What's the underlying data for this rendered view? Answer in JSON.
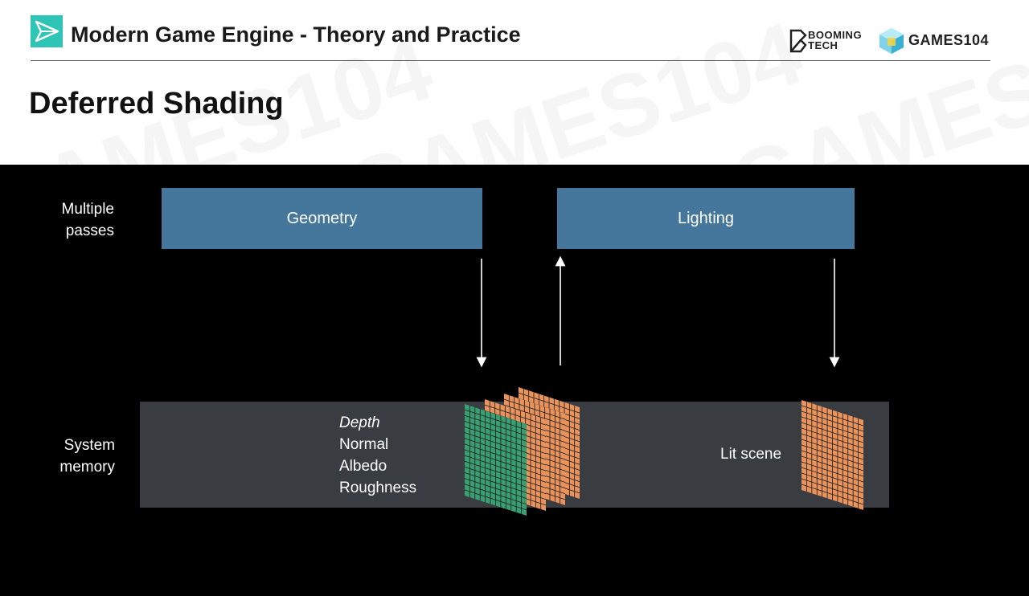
{
  "header": {
    "course_title": "Modern Game Engine - Theory and Practice",
    "brand_booming": "BOOMING TECH",
    "brand_games": "GAMES104",
    "logo_icon": "paper-plane-icon",
    "colors": {
      "logo_teal": "#2ec4b6",
      "rule": "#555555"
    }
  },
  "slide": {
    "title": "Deferred Shading",
    "watermark": "GAMES104"
  },
  "diagram": {
    "row_labels": {
      "passes": [
        "Multiple",
        "passes"
      ],
      "memory": [
        "System",
        "memory"
      ]
    },
    "passes": [
      {
        "label": "Geometry"
      },
      {
        "label": "Lighting"
      }
    ],
    "gbuffer": {
      "items": [
        "Depth",
        "Normal",
        "Albedo",
        "Roughness"
      ]
    },
    "lit_scene": "Lit scene",
    "colors": {
      "background": "#000000",
      "pass_box": "#44779b",
      "memory_band": "#393c40",
      "green_buffer": "#3a9e73",
      "orange_buffer": "#e8925c",
      "grid_line": "#1b1b1b",
      "arrow": "#ffffff"
    }
  }
}
